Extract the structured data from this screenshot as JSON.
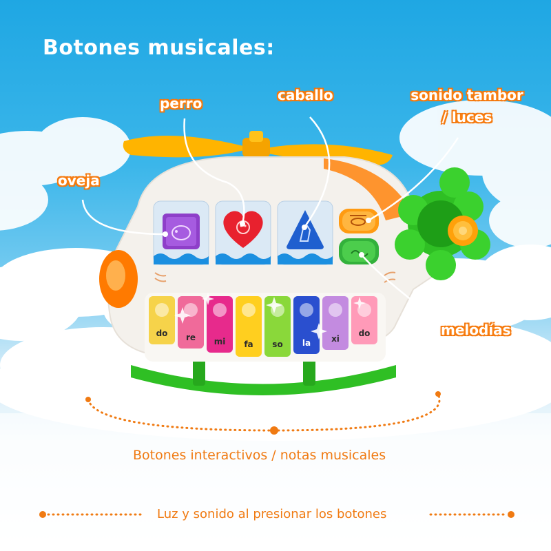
{
  "title": "Botones musicales:",
  "callouts": {
    "perro": "perro",
    "caballo": "caballo",
    "sonido_line1": "sonido tambor",
    "sonido_line2": "/ luces",
    "oveja": "oveja",
    "melodias": "melodías"
  },
  "piano_keys": [
    "do",
    "re",
    "mi",
    "fa",
    "so",
    "la",
    "xi",
    "do"
  ],
  "captions": {
    "interactive": "Botones interactivos / notas musicales",
    "light_sound": "Luz y sonido al presionar los botones"
  },
  "colors": {
    "sky": "#1fa7e3",
    "accent_orange": "#f07a12",
    "toy_green": "#2fbf24",
    "toy_body": "#f4f1ec",
    "propeller": "#ffb400"
  },
  "icons": [
    "sheep-icon",
    "dog-icon",
    "horse-icon",
    "helicopter-icon",
    "melody-icon",
    "drum-flower-icon"
  ]
}
